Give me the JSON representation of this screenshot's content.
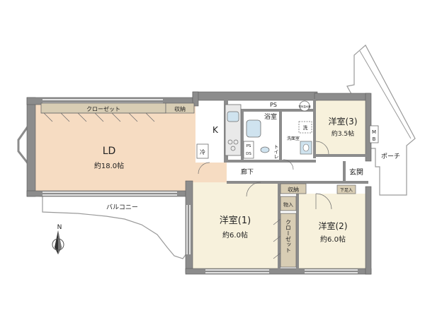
{
  "rooms": {
    "ld": {
      "name": "LD",
      "area": "約18.0帖"
    },
    "kitchen": {
      "name": "K"
    },
    "bath": {
      "name": "浴室"
    },
    "youshitsu1": {
      "name": "洋室(1)",
      "area": "約6.0帖"
    },
    "youshitsu2": {
      "name": "洋室(2)",
      "area": "約6.0帖"
    },
    "youshitsu3": {
      "name": "洋室(3)",
      "area": "約3.5帖"
    },
    "entrance": {
      "name": "玄関"
    },
    "hallway": {
      "name": "廊下"
    },
    "balcony": {
      "name": "バルコニー"
    },
    "porch": {
      "name": "ポーチ"
    },
    "washroom": {
      "name": "洗面室"
    },
    "toilet": {
      "name": "トイレ"
    }
  },
  "storage": {
    "closet_ld": "クローゼット",
    "shuno_ld": "収納",
    "shuno_hall": "収納",
    "oshiire": "物入",
    "closet_r1": "クローゼット",
    "getabako": "下足入"
  },
  "fixtures": {
    "fridge": "冷",
    "ps_top": "PS",
    "ps_small": "PS",
    "ds_small": "DS",
    "water_heater": "電気温水器",
    "washer": "洗",
    "mb_m": "M",
    "mb_b": "B"
  },
  "compass": {
    "north": "N"
  },
  "colors": {
    "wall": "#8c8c8c",
    "wall_edge": "#5a5a5a",
    "ld_floor": "#f6dcc2",
    "room_floor": "#f7f1dc",
    "wet_floor": "#ffffff",
    "storage_fill": "#d8cdb4",
    "fixture_blue": "#cfe3ef"
  }
}
